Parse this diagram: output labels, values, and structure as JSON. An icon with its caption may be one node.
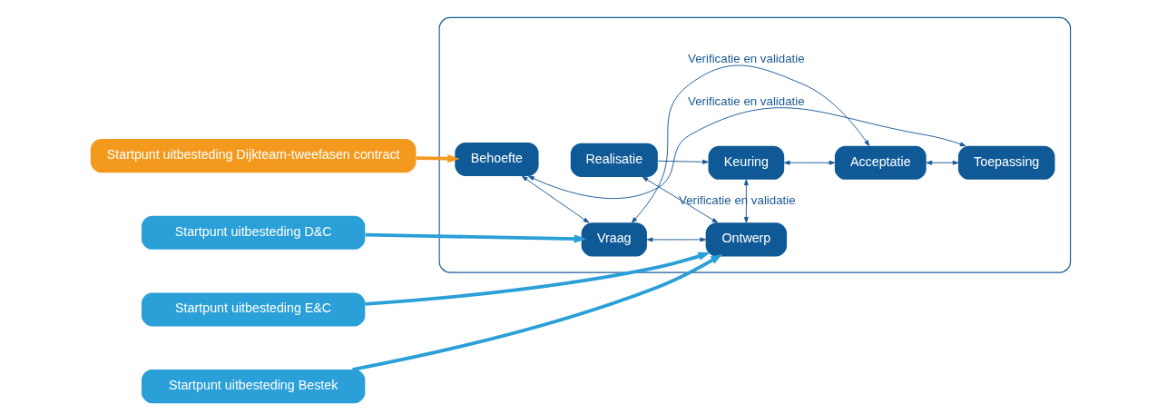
{
  "diagram": {
    "nodes": [
      {
        "text": [],
        "shape": "box"
      },
      {
        "text": [
          "Startpunt uitbesteding Dijkteam-tweefasen contract"
        ]
      },
      {
        "text": [
          "Startpunt uitbesteding D&C"
        ]
      },
      {
        "text": [
          "Startpunt uitbesteding E&C"
        ]
      },
      {
        "text": [
          "Startpunt uitbesteding Bestek"
        ]
      },
      {
        "text": [
          "Behoefte"
        ],
        "in": 0
      },
      {
        "text": [
          "Toepassing"
        ],
        "in": 0
      },
      {
        "text": [
          "Vraag"
        ],
        "in": 0
      },
      {
        "text": [
          "Acceptatie"
        ],
        "in": 0
      },
      {
        "text": [
          "Ontwerp"
        ],
        "in": 0
      },
      {
        "text": [
          "Keuring"
        ],
        "in": 0
      },
      {
        "text": [
          "Realisatie"
        ],
        "in": 0
      }
    ],
    "edges": [
      {
        "from": 1,
        "to": 5,
        "arrow": "to",
        "style": "thick",
        "color": "#f39a1e"
      },
      {
        "from": 2,
        "to": 7,
        "arrow": "to",
        "style": "thick",
        "color": "#2a9fd8"
      },
      {
        "from": 3,
        "to": 9,
        "arrow": "to",
        "style": "thick",
        "color": "#2a9fd8"
      },
      {
        "from": 4,
        "to": 9,
        "arrow": "to",
        "style": "thick",
        "color": "#2a9fd8"
      },
      {
        "from": 5,
        "to": 6,
        "arrow": "both",
        "label": "Verificatie en validatie"
      },
      {
        "from": 7,
        "to": 8,
        "arrow": "both",
        "label": "Verificatie en validatie"
      },
      {
        "from": 9,
        "to": 10,
        "arrow": "both",
        "label": "Verificatie en validatie"
      },
      {
        "from": 5,
        "to": 7,
        "arrow": "both"
      },
      {
        "from": 7,
        "to": 9,
        "arrow": "both"
      },
      {
        "from": 11,
        "to": 9,
        "arrow": "both"
      },
      {
        "from": 11,
        "to": 10,
        "arrow": "to"
      },
      {
        "from": 10,
        "to": 8,
        "arrow": "both"
      },
      {
        "from": 8,
        "to": 6,
        "arrow": "both"
      }
    ]
  }
}
